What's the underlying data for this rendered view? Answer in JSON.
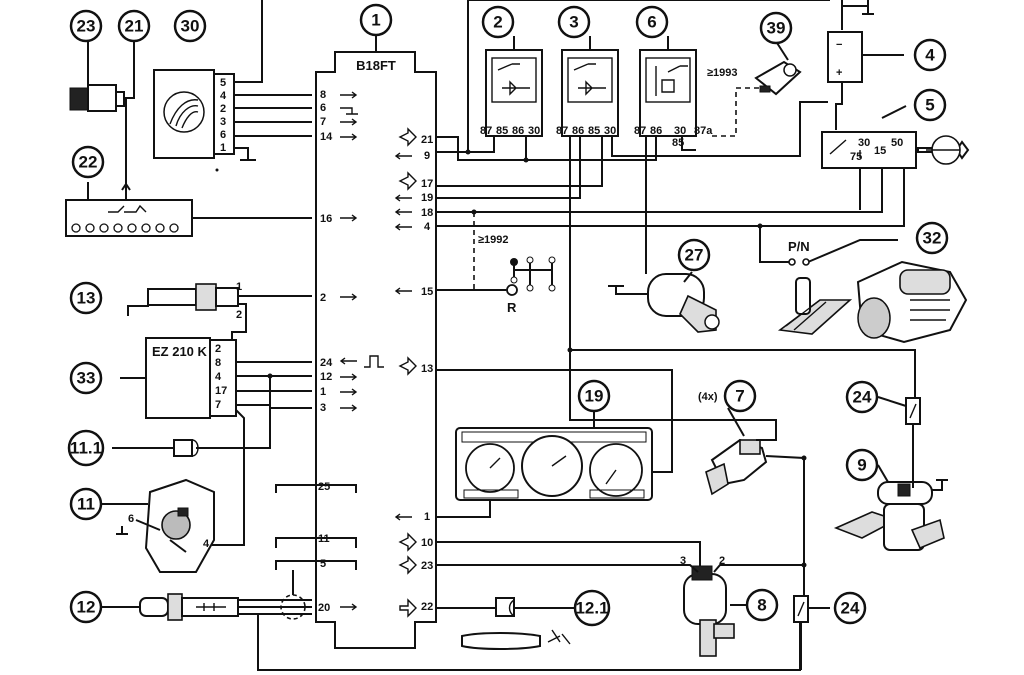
{
  "ecu": {
    "title": "B18FT",
    "badge": "1"
  },
  "badges": {
    "b1": "1",
    "b2": "2",
    "b3": "3",
    "b4": "4",
    "b5": "5",
    "b6": "6",
    "b7": "7",
    "b8": "8",
    "b9": "9",
    "b11": "11",
    "b11_1": "11.1",
    "b12": "12",
    "b12_1": "12.1",
    "b13": "13",
    "b19": "19",
    "b21": "21",
    "b22": "22",
    "b23": "23",
    "b24a": "24",
    "b24b": "24",
    "b27": "27",
    "b30": "30",
    "b32": "32",
    "b33": "33",
    "b39": "39"
  },
  "ecu_left_pins": [
    "8",
    "6",
    "7",
    "14",
    "16",
    "2",
    "24",
    "12",
    "1",
    "3",
    "25",
    "11",
    "5",
    "20"
  ],
  "ecu_right_pins": [
    "21",
    "9",
    "17",
    "19",
    "18",
    "4",
    "15",
    "13",
    "1",
    "10",
    "23",
    "22"
  ],
  "comp30_pins": [
    "5",
    "4",
    "2",
    "3",
    "6",
    "1"
  ],
  "ez_module": {
    "title": "EZ 210 K",
    "pins": [
      "2",
      "8",
      "4",
      "17",
      "7"
    ]
  },
  "relay2_pins": [
    "87",
    "85",
    "86",
    "30"
  ],
  "relay3_pins": [
    "87",
    "86",
    "85",
    "30"
  ],
  "relay6_pins": [
    "87",
    "86",
    "30",
    "87a",
    "85"
  ],
  "switch5_pins": [
    "30",
    "75",
    "15",
    "50"
  ],
  "annotations": {
    "y1993": "≥1993",
    "y1992": "≥1992",
    "pn": "P/N",
    "reverse": "R",
    "qty4": "(4x)",
    "sensor13_1": "1",
    "sensor13_2": "2",
    "valve8_3": "3",
    "valve8_2": "2",
    "sensor11_6": "6",
    "sensor11_4": "4",
    "batt_minus": "−",
    "batt_plus": "+"
  }
}
